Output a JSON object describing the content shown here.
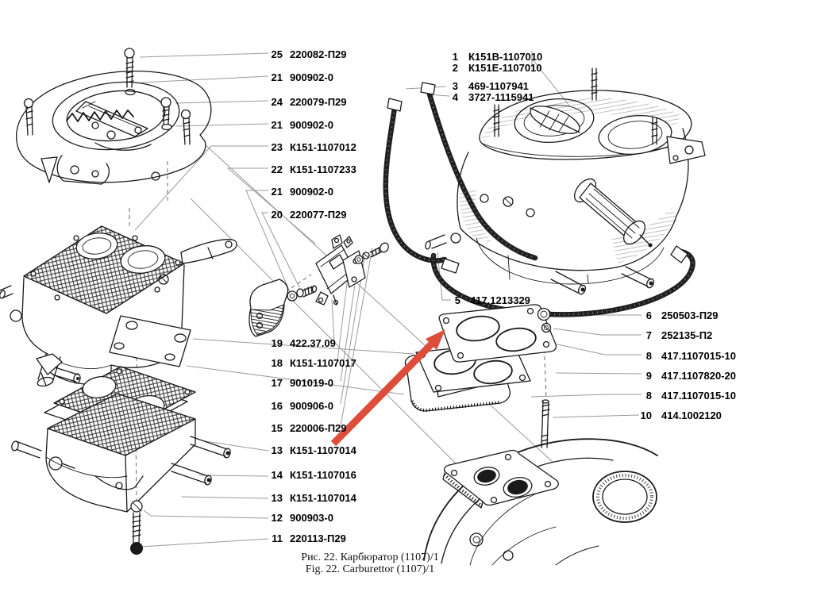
{
  "figure": {
    "caption_ru": "Рис. 22. Карбюратор (1107)/1",
    "caption_en": "Fig. 22. Carburettor (1107)/1"
  },
  "colors": {
    "ink": "#1a1a1a",
    "callout_line": "#9a9a9a",
    "arrow_red": "#de4d3a",
    "background": "#ffffff"
  },
  "parts": {
    "left": [
      {
        "num": "25",
        "code": "220082-П29"
      },
      {
        "num": "21",
        "code": "900902-0"
      },
      {
        "num": "24",
        "code": "220079-П29"
      },
      {
        "num": "21",
        "code": "900902-0"
      },
      {
        "num": "23",
        "code": "К151-1107012"
      },
      {
        "num": "22",
        "code": "К151-1107233"
      },
      {
        "num": "21",
        "code": "900902-0"
      },
      {
        "num": "20",
        "code": "220077-П29"
      },
      {
        "num": "19",
        "code": "422.37.09"
      },
      {
        "num": "18",
        "code": "К151-1107017"
      },
      {
        "num": "17",
        "code": "901019-0"
      },
      {
        "num": "16",
        "code": "900906-0"
      },
      {
        "num": "15",
        "code": "220006-П29"
      },
      {
        "num": "13",
        "code": "К151-1107014"
      },
      {
        "num": "14",
        "code": "К151-1107016"
      },
      {
        "num": "13",
        "code": "К151-1107014"
      },
      {
        "num": "12",
        "code": "900903-0"
      },
      {
        "num": "11",
        "code": "220113-П29"
      }
    ],
    "right_top": [
      {
        "num": "1",
        "code": "К151В-1107010"
      },
      {
        "num": "2",
        "code": "К151Е-1107010"
      },
      {
        "num": "3",
        "code": "469-1107941"
      },
      {
        "num": "4",
        "code": "3727-1115941"
      }
    ],
    "right_mid": [
      {
        "num": "5",
        "code": "417.1213329"
      }
    ],
    "right_bottom": [
      {
        "num": "6",
        "code": "250503-П29"
      },
      {
        "num": "7",
        "code": "252135-П2"
      },
      {
        "num": "8",
        "code": "417.1107015-10"
      },
      {
        "num": "9",
        "code": "417.1107820-20"
      },
      {
        "num": "8",
        "code": "417.1107015-10"
      },
      {
        "num": "10",
        "code": "414.1002120"
      }
    ]
  }
}
